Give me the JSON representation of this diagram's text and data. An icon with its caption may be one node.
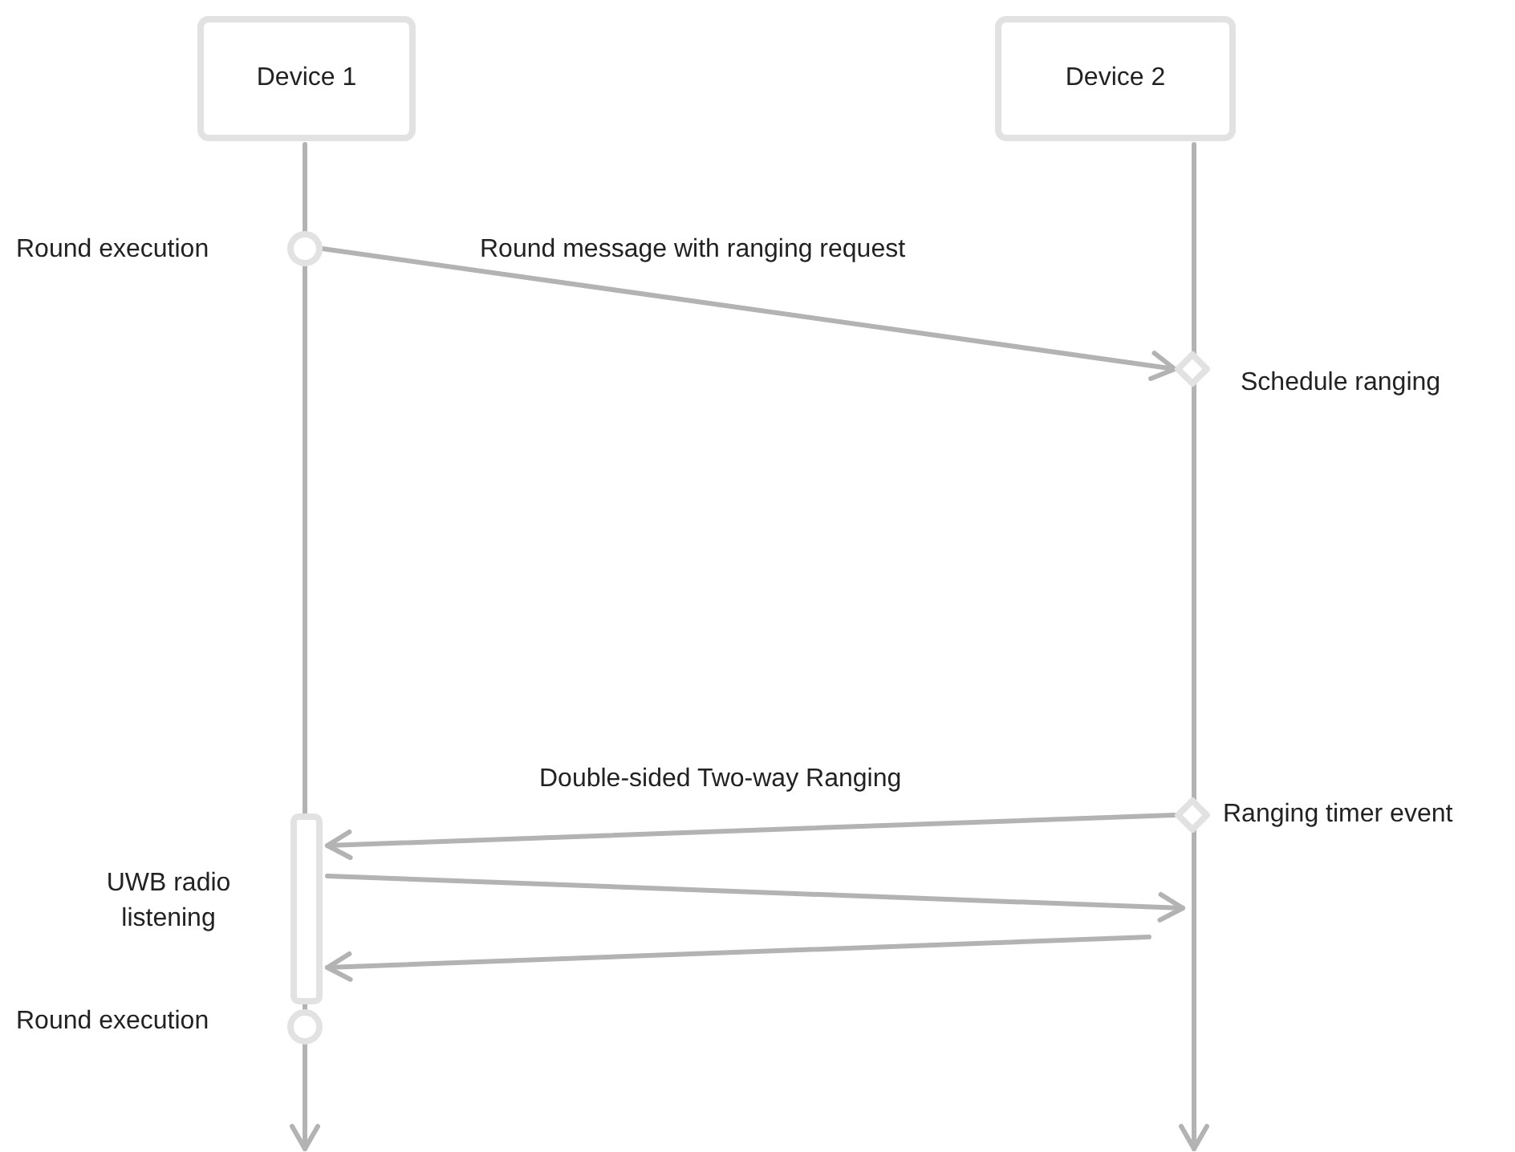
{
  "diagram": {
    "nodes": [
      {
        "text": [
          "Device 1"
        ]
      },
      {
        "text": [
          "Device 2"
        ]
      },
      {
        "text": [],
        "shape": "circle",
        "beside": [
          "Round execution"
        ]
      },
      {
        "text": [],
        "shape": "diamond",
        "beside": [
          "Schedule ranging"
        ]
      },
      {
        "text": [],
        "shape": "diamond",
        "beside": [
          "Ranging timer event"
        ]
      },
      {
        "text": [],
        "shape": "bar",
        "beside": [
          "UWB radio listening"
        ]
      },
      {
        "text": [],
        "shape": "circle",
        "beside": [
          "Round execution"
        ]
      }
    ],
    "edges": [
      {
        "from": 0,
        "to": null,
        "arrow": "to"
      },
      {
        "from": 1,
        "to": null,
        "arrow": "to"
      },
      {
        "from": 2,
        "to": 3,
        "arrow": "to",
        "label": "Round message with ranging request"
      },
      {
        "from": 4,
        "to": 5,
        "arrow": "to",
        "label": "Double-sided Two-way Ranging"
      },
      {
        "from": 5,
        "to": null,
        "arrow": "to"
      },
      {
        "from": null,
        "to": 5,
        "arrow": "to"
      }
    ]
  }
}
